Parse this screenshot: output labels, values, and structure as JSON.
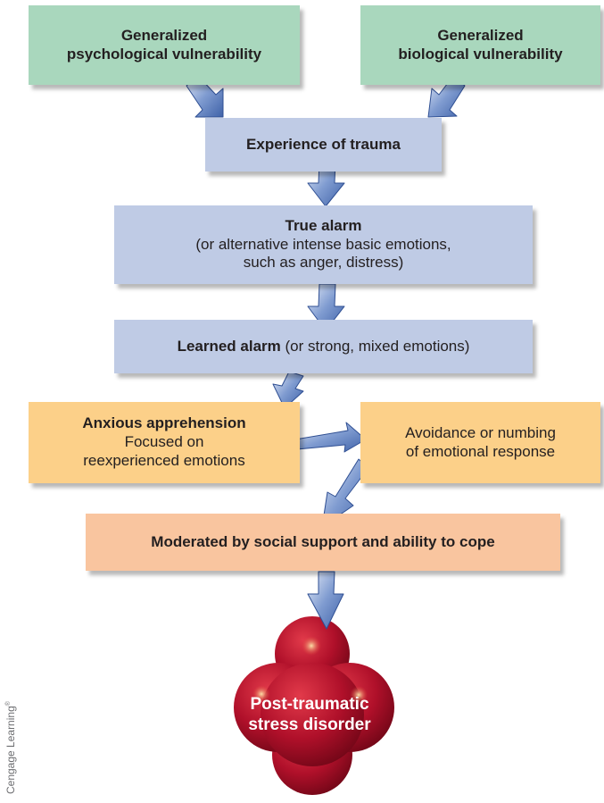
{
  "boxes": {
    "psych": {
      "line1": "Generalized",
      "line2": "psychological vulnerability"
    },
    "bio": {
      "line1": "Generalized",
      "line2": "biological vulnerability"
    },
    "trauma": {
      "text": "Experience of trauma"
    },
    "true_alarm": {
      "title": "True alarm",
      "line2": "(or alternative intense basic emotions,",
      "line3": "such as anger, distress)"
    },
    "learned_alarm": {
      "bold": "Learned alarm",
      "rest": " (or strong, mixed emotions)"
    },
    "anxious": {
      "title": "Anxious apprehension",
      "line2": "Focused on",
      "line3": "reexperienced emotions"
    },
    "avoidance": {
      "line1": "Avoidance or numbing",
      "line2": "of emotional response"
    },
    "moderated": {
      "text": "Moderated by social support and ability to cope"
    },
    "ptsd": {
      "line1": "Post-traumatic",
      "line2": "stress disorder"
    }
  },
  "credit": {
    "text": "Cengage Learning",
    "mark": "®"
  },
  "colors": {
    "green": "#a9d7bd",
    "blue": "#bfcbe5",
    "orange": "#fcd089",
    "peach": "#f9c59f",
    "arrow": "#5b7ec0",
    "ptsd_red": "#b0102a"
  }
}
